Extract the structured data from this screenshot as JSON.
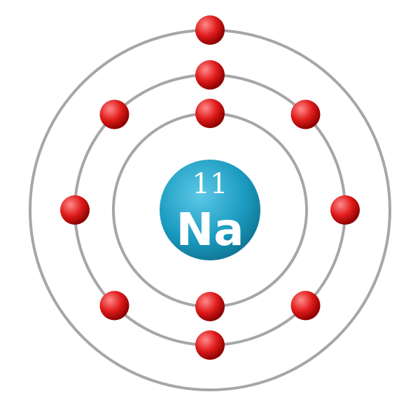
{
  "atom": {
    "atomic_number": "11",
    "symbol": "Na",
    "shells": [
      {
        "electrons": 2
      },
      {
        "electrons": 8
      },
      {
        "electrons": 1
      }
    ]
  },
  "colors": {
    "background": "#ffffff",
    "orbit": "#a6a6a6",
    "electron": "#e01b1b",
    "electron_highlight": "#ff8a8a",
    "electron_shadow": "#8a0000",
    "nucleus": "#1b9bc0",
    "nucleus_highlight": "#5cc8e6",
    "nucleus_shadow": "#0c6a87",
    "nucleus_text": "#ffffff"
  }
}
